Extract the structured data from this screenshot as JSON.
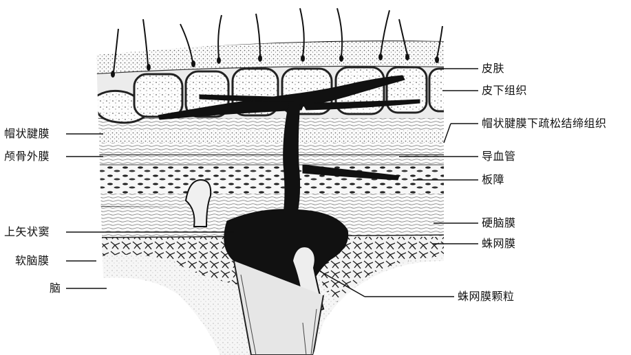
{
  "diagram": {
    "labels_left": [
      {
        "key": "galea",
        "text": "帽状腱膜"
      },
      {
        "key": "pericranium",
        "text": "颅骨外膜"
      },
      {
        "key": "sss",
        "text": "上矢状窦"
      },
      {
        "key": "pia",
        "text": "软脑膜"
      },
      {
        "key": "brain",
        "text": "脑"
      }
    ],
    "labels_right": [
      {
        "key": "skin",
        "text": "皮肤"
      },
      {
        "key": "subcutis",
        "text": "皮下组织"
      },
      {
        "key": "loose",
        "text": "帽状腱膜下疏松结缔组织"
      },
      {
        "key": "emissary",
        "text": "导血管"
      },
      {
        "key": "diploe",
        "text": "板障"
      },
      {
        "key": "dura",
        "text": "硬脑膜"
      },
      {
        "key": "arachnoid",
        "text": "蛛网膜"
      },
      {
        "key": "granulation",
        "text": "蛛网膜颗粒"
      }
    ]
  }
}
